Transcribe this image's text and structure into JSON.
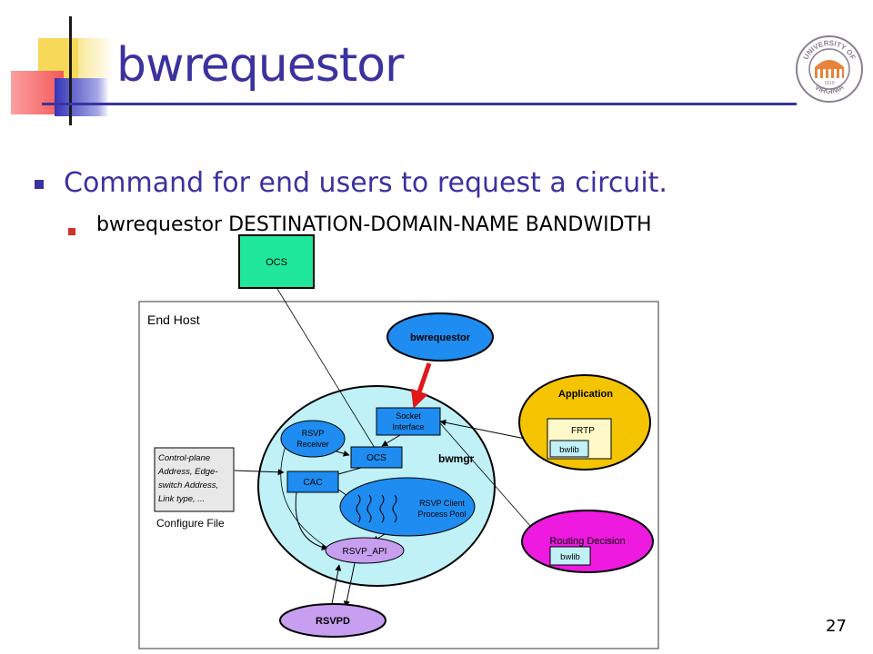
{
  "slide": {
    "title": "bwrequestor",
    "bullet1": "Command for end users to request a circuit.",
    "bullet2": "bwrequestor DESTINATION-DOMAIN-NAME BANDWIDTH",
    "page_number": "27"
  },
  "logo": {
    "top_text": "UNIVERSITY OF",
    "bottom_text": "VIRGINIA",
    "year": "1819"
  },
  "diagram": {
    "ocs_top": "OCS",
    "end_host": "End Host",
    "bwrequestor": "bwrequestor",
    "socket_interface_1": "Socket",
    "socket_interface_2": "Interface",
    "rsvp_receiver_1": "RSVP",
    "rsvp_receiver_2": "Receiver",
    "ocs_inner": "OCS",
    "bwmgr": "bwmgr",
    "cac": "CAC",
    "rsvp_pool_1": "RSVP Client",
    "rsvp_pool_2": "Process Pool",
    "rsvp_api": "RSVP_API",
    "rsvpd": "RSVPD",
    "config_1": "Control-plane",
    "config_2": "Address, Edge-",
    "config_3": "switch Address,",
    "config_4": "Link type, ...",
    "configure_file": "Configure File",
    "application": "Application",
    "frtp": "FRTP",
    "bwlib_app": "bwlib",
    "routing_decision": "Routing Decision",
    "bwlib_routing": "bwlib"
  },
  "colors": {
    "title": "#3b32a0",
    "bwmgr_fill": "#bff1f7",
    "blue_box": "#1e8cf0",
    "ocs_top_fill": "#20e89a",
    "application_fill": "#f4c400",
    "routing_fill": "#ee1ae0",
    "lavender": "#c79ef0",
    "red_arrow": "#e01818"
  }
}
